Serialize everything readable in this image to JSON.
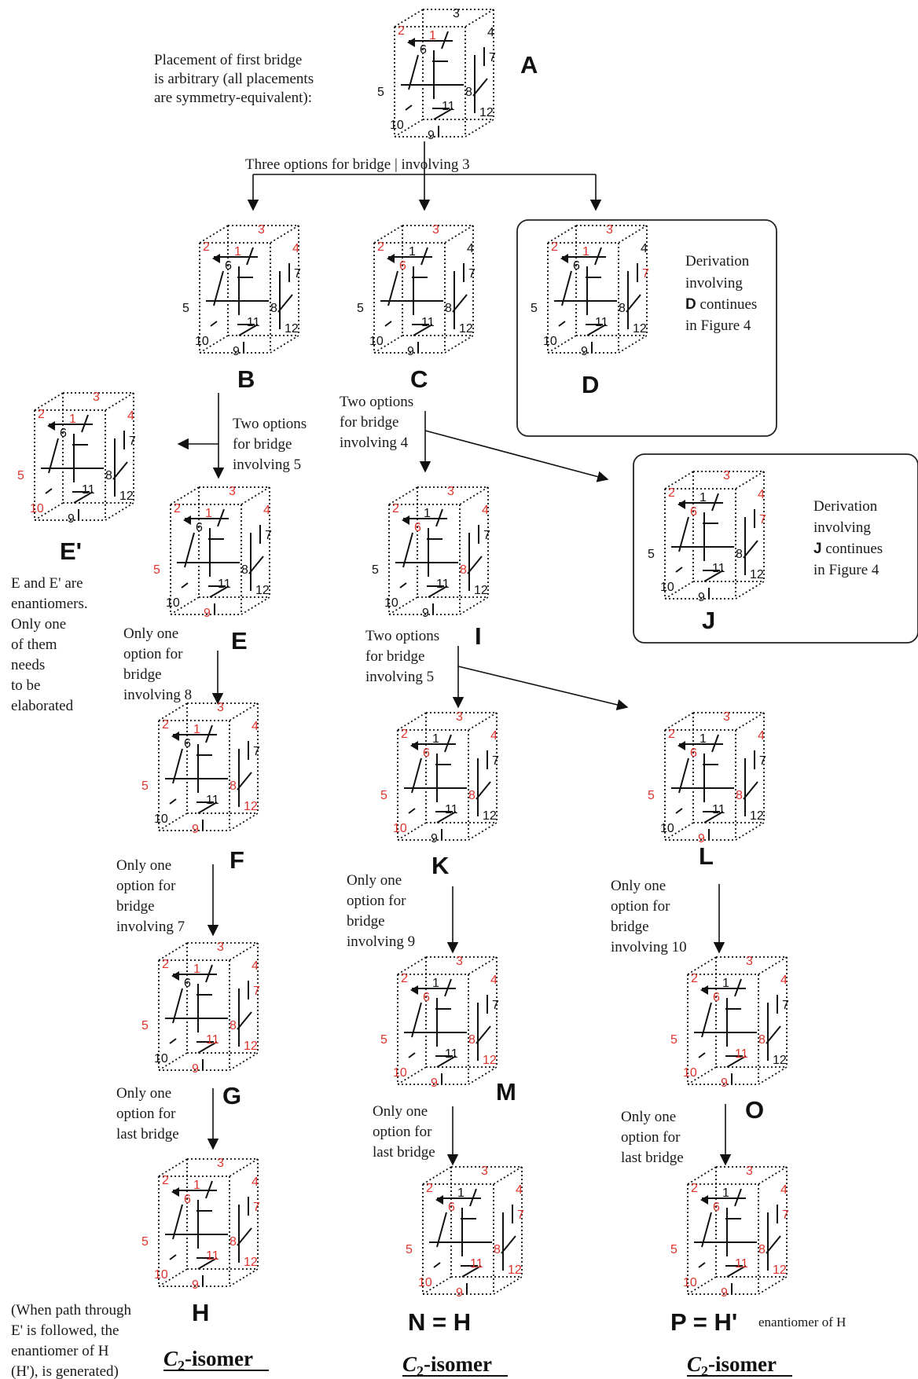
{
  "colors": {
    "highlight": "#e0332b",
    "ink": "#111111"
  },
  "texts": {
    "intro": [
      "Placement of  first bridge",
      "is  arbitrary (all placements",
      "are symmetry-equivalent):"
    ],
    "three_options": "Three options for bridge | involving 3",
    "two_options_5_B": [
      "Two options",
      "for bridge",
      "involving 5"
    ],
    "two_options_4": [
      "Two options",
      "for bridge",
      "involving 4"
    ],
    "two_options_5_I": [
      "Two options",
      "for bridge",
      "involving 5"
    ],
    "only_one_8": [
      "Only one",
      "option for",
      "bridge",
      "involving 8"
    ],
    "only_one_7": [
      "Only one",
      "option for",
      "bridge",
      "involving 7"
    ],
    "only_one_9": [
      "Only one",
      "option for",
      "bridge",
      "involving 9"
    ],
    "only_one_10": [
      "Only one",
      "option for",
      "bridge",
      "involving 10"
    ],
    "last_G": [
      "Only one",
      "option for",
      "last bridge"
    ],
    "last_M": [
      "Only one",
      "option for",
      "last bridge"
    ],
    "last_O": [
      "Only one",
      "option for",
      "last bridge"
    ],
    "enantiomer_note": [
      "E and E' are",
      "enantiomers.",
      "Only one",
      "of them",
      "needs",
      "to be",
      "elaborated"
    ],
    "path_note": [
      "(When path through",
      " E' is followed, the",
      "enantiomer of H",
      "(H'), is generated)"
    ],
    "box_D": {
      "l1": "Derivation",
      "l2": "involving",
      "bold": "D",
      "l3rest": " continues",
      "l4": "in Figure 4"
    },
    "box_J": {
      "l1": "Derivation",
      "l2": "involving",
      "bold": "J",
      "l3rest": " continues",
      "l4": "in Figure 4"
    },
    "enantiomer_of_H": "enantiomer of H"
  },
  "labels": {
    "A": "A",
    "B": "B",
    "C": "C",
    "D": "D",
    "E": "E",
    "Eprime": "E'",
    "F": "F",
    "G": "G",
    "H": "H",
    "I": "I",
    "J": "J",
    "K": "K",
    "L": "L",
    "M": "M",
    "N": "N = H",
    "O": "O",
    "P": "P = H'"
  },
  "isomer": {
    "prefix": "C",
    "sub": "2",
    "suffix": "-isomer"
  },
  "cubes": [
    {
      "id": "A",
      "red": [
        "1",
        "2"
      ]
    },
    {
      "id": "B",
      "red": [
        "1",
        "2",
        "3",
        "4"
      ]
    },
    {
      "id": "C",
      "red": [
        "2",
        "3",
        "6"
      ]
    },
    {
      "id": "D",
      "red": [
        "1",
        "2",
        "3",
        "7"
      ]
    },
    {
      "id": "Eprime",
      "red": [
        "1",
        "2",
        "3",
        "4",
        "5",
        "10"
      ]
    },
    {
      "id": "E",
      "red": [
        "1",
        "2",
        "3",
        "4",
        "5",
        "9"
      ]
    },
    {
      "id": "I",
      "red": [
        "2",
        "3",
        "4",
        "6",
        "8"
      ]
    },
    {
      "id": "J",
      "red": [
        "2",
        "3",
        "4",
        "6",
        "7"
      ]
    },
    {
      "id": "F",
      "red": [
        "1",
        "2",
        "3",
        "4",
        "5",
        "8",
        "9",
        "12"
      ]
    },
    {
      "id": "K",
      "red": [
        "2",
        "3",
        "4",
        "5",
        "6",
        "8",
        "10"
      ]
    },
    {
      "id": "L",
      "red": [
        "2",
        "3",
        "4",
        "5",
        "6",
        "8",
        "9"
      ]
    },
    {
      "id": "G",
      "red": [
        "1",
        "2",
        "3",
        "4",
        "5",
        "7",
        "8",
        "9",
        "11",
        "12"
      ]
    },
    {
      "id": "M",
      "red": [
        "2",
        "3",
        "4",
        "5",
        "6",
        "8",
        "9",
        "10",
        "12"
      ]
    },
    {
      "id": "O",
      "red": [
        "2",
        "3",
        "4",
        "5",
        "6",
        "8",
        "9",
        "10",
        "11"
      ]
    },
    {
      "id": "H",
      "red": [
        "1",
        "2",
        "3",
        "4",
        "5",
        "6",
        "7",
        "8",
        "9",
        "10",
        "11",
        "12"
      ]
    },
    {
      "id": "N",
      "red": [
        "2",
        "3",
        "4",
        "5",
        "6",
        "7",
        "8",
        "9",
        "10",
        "11",
        "12"
      ]
    },
    {
      "id": "P",
      "red": [
        "2",
        "3",
        "4",
        "5",
        "6",
        "7",
        "8",
        "9",
        "10",
        "11",
        "12"
      ]
    }
  ]
}
